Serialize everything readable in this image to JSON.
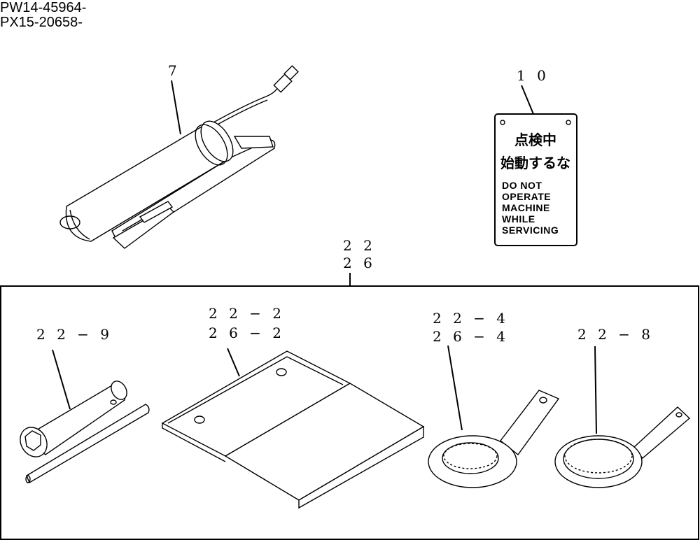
{
  "serials": [
    "PW14-45964-",
    "PX15-20658-"
  ],
  "callouts": {
    "grease_gun": "7",
    "warning_tag": "1 0",
    "tool_kit_a": "2 2",
    "tool_kit_b": "2 6",
    "socket_wrench": "2 2 − 9",
    "tool_bag_a": "2 2 − 2",
    "tool_bag_b": "2 6 − 2",
    "ring_wrench_a": "2 2 − 4",
    "ring_wrench_b": "2 6 − 4",
    "ring_wrench_thin": "2 2 − 8"
  },
  "warning_tag": {
    "jp_line1": "点検中",
    "jp_line2": "始動するな",
    "en_lines": [
      "DO NOT",
      "OPERATE",
      "MACHINE",
      "WHILE",
      "SERVICING"
    ]
  }
}
